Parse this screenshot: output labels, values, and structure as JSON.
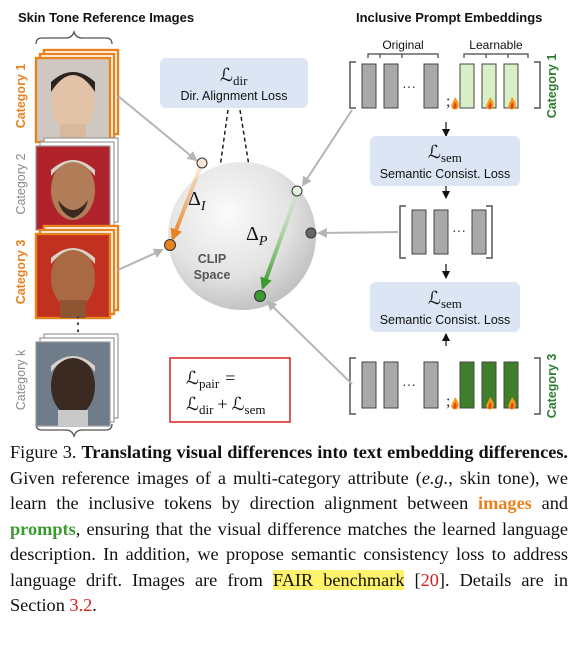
{
  "left_panel": {
    "title": "Skin Tone Reference Images",
    "categories": [
      {
        "label": "Category 1",
        "color": "#e8821e"
      },
      {
        "label": "Category 2",
        "color": "#8a8a8a"
      },
      {
        "label": "Category 3",
        "color": "#e8821e"
      },
      {
        "label": "Category k",
        "color": "#8a8a8a"
      }
    ],
    "ellipsis": "⋮"
  },
  "right_panel": {
    "title": "Inclusive Prompt Embeddings",
    "original_label": "Original",
    "learnable_label": "Learnable",
    "category_top": "Category 1",
    "category_bottom": "Category 3",
    "ellipsis": "···",
    "semicolon": ";"
  },
  "losses": {
    "dir_symbol": "ℒ",
    "dir_sub": "dir",
    "dir_name": "Dir. Alignment Loss",
    "sem_symbol": "ℒ",
    "sem_sub": "sem",
    "sem_name": "Semantic Consist. Loss",
    "pair_line1_sym": "ℒ",
    "pair_line1_sub": "pair",
    "pair_eq": "=",
    "pair_line2_a": "ℒ",
    "pair_line2_a_sub": "dir",
    "pair_plus": "+",
    "pair_line2_b": "ℒ",
    "pair_line2_b_sub": "sem"
  },
  "clip": {
    "label_line1": "CLIP",
    "label_line2": "Space",
    "delta": "Δ",
    "delta_i_sub": "I",
    "delta_p_sub": "P"
  },
  "colors": {
    "orange": "#e8821e",
    "green": "#3b9a2e",
    "loss_box": "#dbe5f3",
    "pair_border": "#d62020",
    "token_gray": "#a9a9a9",
    "token_learn": "#d9efc8",
    "token_green": "#3f7f2c"
  },
  "caption": {
    "fig_label": "Figure 3.",
    "bold_title": "Translating visual differences into text embedding differences.",
    "text1": "Given reference images of a multi-category attribute (",
    "eg": "e.g.",
    "text2": ", skin tone), we learn the inclusive tokens by direction alignment between",
    "images_word": "images",
    "and_word": "and",
    "prompts_word": "prompts",
    "text3": ", ensuring that the visual difference matches the learned language description. In addition, we propose semantic consistency loss to address language drift. Images are from",
    "fair": "FAIR benchmark",
    "ref_open": "[",
    "ref_num": "20",
    "ref_close": "]. Details are in Section",
    "section": "3.2",
    "period": "."
  }
}
